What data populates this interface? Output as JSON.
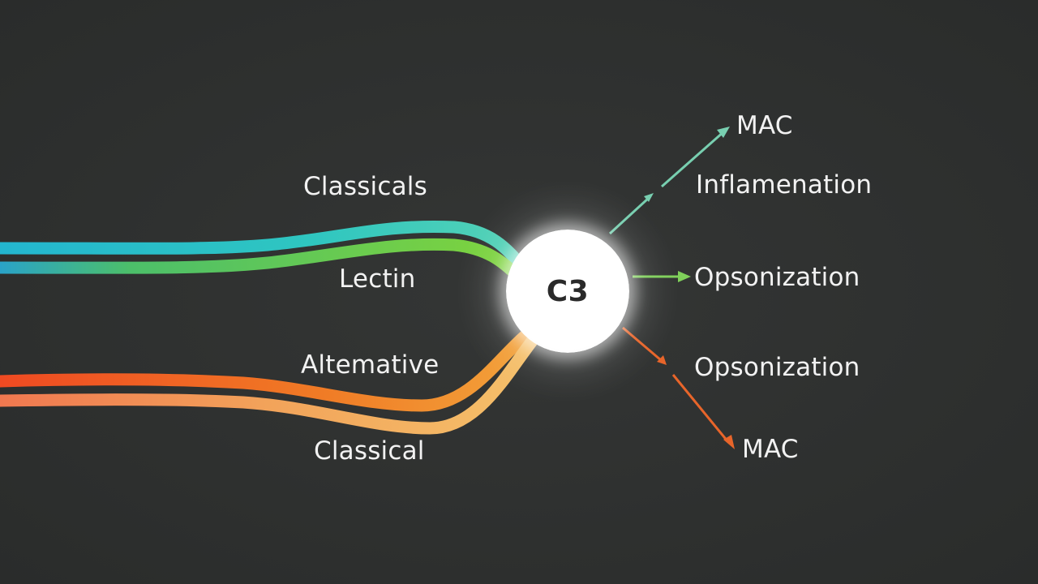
{
  "center_node": {
    "label": "C3"
  },
  "inputs": {
    "top_label": "Classicals",
    "lectin_label": "Lectin",
    "alternative_label": "Altemative",
    "classical_label": "Classical"
  },
  "outputs": {
    "mac_top": "MAC",
    "inflammation": "Inflamenation",
    "opsonization_1": "Opsonization",
    "opsonization_2": "Opsonization",
    "mac_bottom": "MAC"
  },
  "colors": {
    "background": "#2f3130",
    "classical_stream": "#2bc7c2",
    "lectin_stream": "#6dcc3a",
    "alternative_stream": "#ee5a24",
    "classical_lower_stream": "#f0a24a",
    "upper_arrow": "#7fd1b3",
    "middle_arrow": "#7fd05a",
    "lower_arrow": "#ee6a2a"
  }
}
